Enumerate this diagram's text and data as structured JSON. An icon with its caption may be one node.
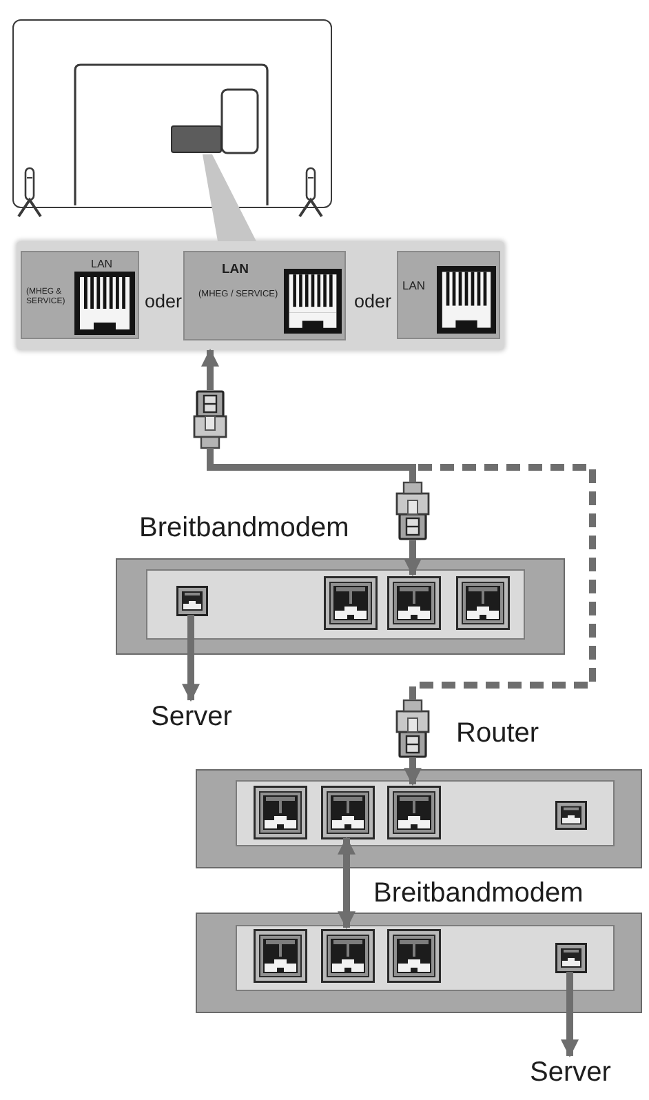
{
  "diagram": {
    "nodes": [
      {
        "text": [],
        "shape": "picture"
      },
      {
        "text": [],
        "shape": "box",
        "in": 0
      },
      {
        "text": [
          "oder",
          "oder"
        ]
      },
      {
        "text": [
          "LAN",
          "(MHEG & SERVICE)"
        ],
        "in": 2
      },
      {
        "text": [
          "LAN",
          "(MHEG / SERVICE)"
        ],
        "in": 2
      },
      {
        "text": [
          "LAN"
        ],
        "in": 2
      },
      {
        "text": [],
        "shape": "picture"
      },
      {
        "text": [],
        "shape": "picture"
      },
      {
        "text": [
          "Breitbandmodem"
        ]
      },
      {
        "text": [],
        "shape": "box",
        "in": 8
      },
      {
        "text": [],
        "shape": "box",
        "in": 8
      },
      {
        "text": [],
        "shape": "box",
        "in": 8
      },
      {
        "text": [],
        "shape": "box",
        "in": 8
      },
      {
        "text": [
          "Server"
        ]
      },
      {
        "text": [],
        "shape": "picture"
      },
      {
        "text": [
          "Router"
        ]
      },
      {
        "text": [],
        "shape": "box",
        "in": 15
      },
      {
        "text": [],
        "shape": "box",
        "in": 15
      },
      {
        "text": [],
        "shape": "box",
        "in": 15
      },
      {
        "text": [],
        "shape": "box",
        "in": 15
      },
      {
        "text": [
          "Breitbandmodem"
        ]
      },
      {
        "text": [],
        "shape": "box",
        "in": 20
      },
      {
        "text": [],
        "shape": "box",
        "in": 20
      },
      {
        "text": [],
        "shape": "box",
        "in": 20
      },
      {
        "text": [],
        "shape": "box",
        "in": 20
      },
      {
        "text": [
          "Server"
        ]
      }
    ],
    "edges": [
      {
        "from": 1,
        "to": 2,
        "arrow": "none"
      },
      {
        "from": 6,
        "to": 2,
        "arrow": "to"
      },
      {
        "from": 6,
        "to": 7,
        "arrow": "none"
      },
      {
        "from": 7,
        "to": 11,
        "arrow": "to"
      },
      {
        "from": 6,
        "to": 14,
        "arrow": "none",
        "style": "dashed"
      },
      {
        "from": 14,
        "to": 18,
        "arrow": "to"
      },
      {
        "from": 9,
        "to": 13,
        "arrow": "to"
      },
      {
        "from": 17,
        "to": 22,
        "arrow": "both"
      },
      {
        "from": 24,
        "to": 25,
        "arrow": "to"
      }
    ]
  }
}
